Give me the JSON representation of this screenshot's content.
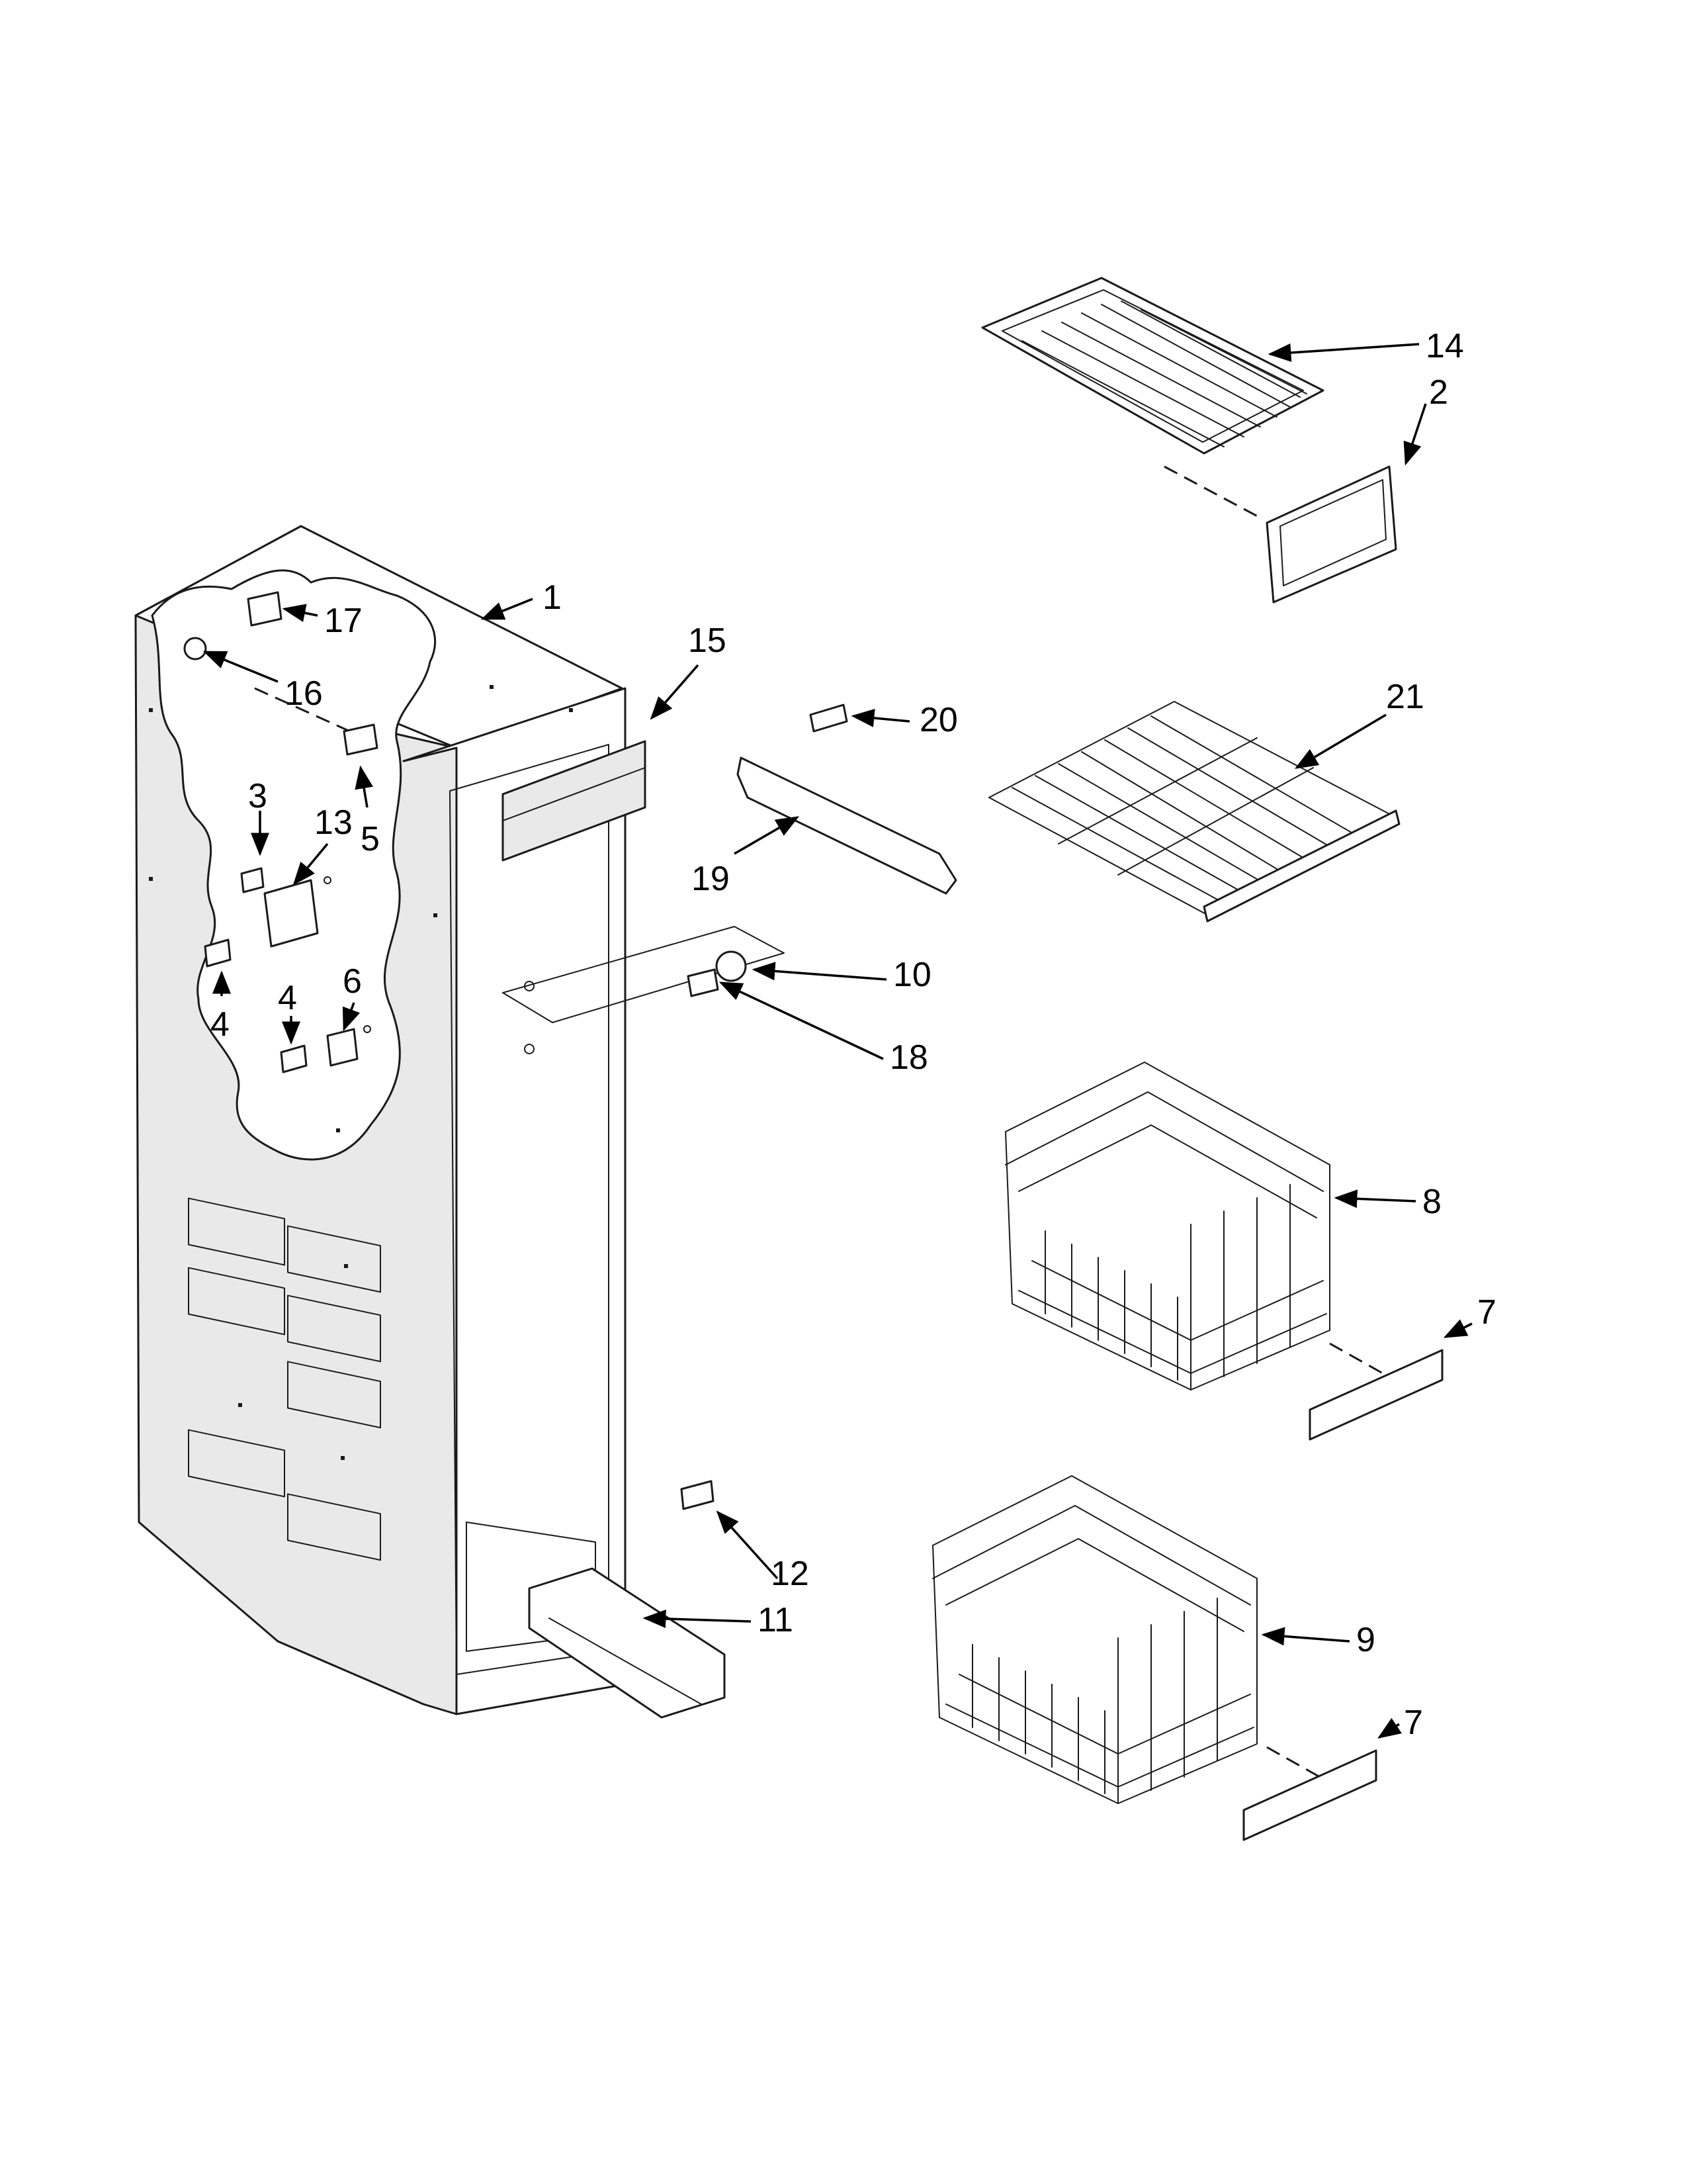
{
  "callouts": {
    "c1": "1",
    "c2": "2",
    "c3": "3",
    "c4a": "4",
    "c4b": "4",
    "c5": "5",
    "c6": "6",
    "c7a": "7",
    "c7b": "7",
    "c8": "8",
    "c9": "9",
    "c10": "10",
    "c11": "11",
    "c12": "12",
    "c13": "13",
    "c14": "14",
    "c15": "15",
    "c16": "16",
    "c17": "17",
    "c18": "18",
    "c19": "19",
    "c20": "20",
    "c21": "21"
  }
}
